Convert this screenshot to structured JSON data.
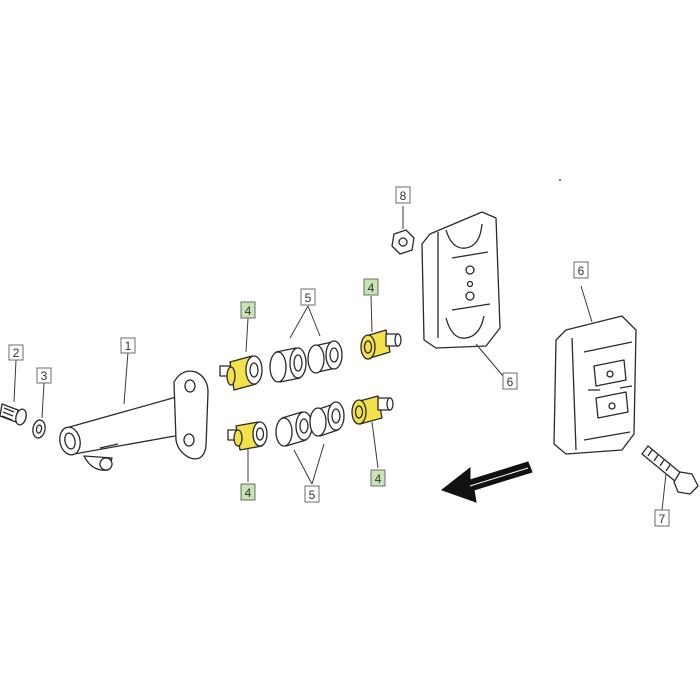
{
  "colors": {
    "line": "#2a2a2a",
    "highlight": "#f2e14a",
    "callout_plain_fill": "#ffffff",
    "callout_green_fill": "#c9e3b4",
    "callout_border": "#6b6b6b",
    "arrow": "#111111"
  },
  "callouts": {
    "c1": "1",
    "c2": "2",
    "c3": "3",
    "c4_top_left": "4",
    "c4_top_right": "4",
    "c4_bottom_left": "4",
    "c4_bottom_right": "4",
    "c5_top": "5",
    "c5_bottom": "5",
    "c6_left": "6",
    "c6_right": "6",
    "c7": "7",
    "c8": "8"
  },
  "direction_arrow": "assembly-direction-arrow"
}
